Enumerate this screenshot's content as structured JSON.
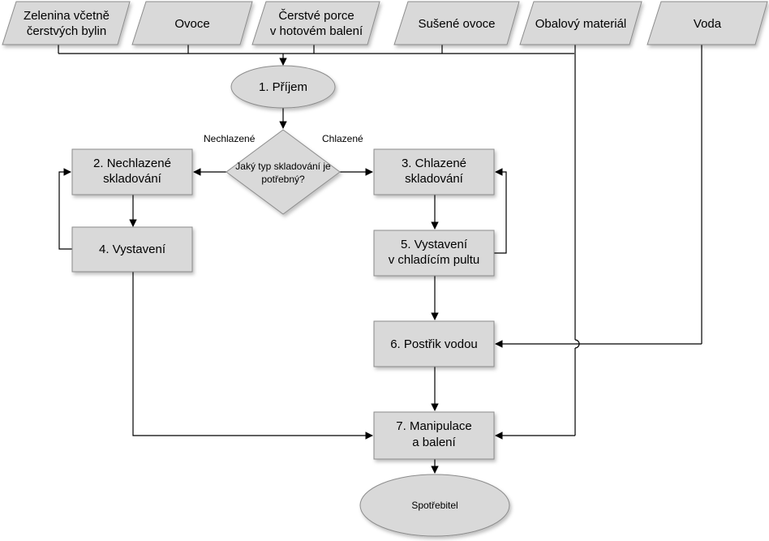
{
  "inputs": [
    {
      "line1": "Zelenina včetně",
      "line2": "čerstvých bylin"
    },
    {
      "line1": "Ovoce",
      "line2": ""
    },
    {
      "line1": "Čerstvé porce",
      "line2": "v hotovém balení"
    },
    {
      "line1": "Sušené ovoce",
      "line2": ""
    },
    {
      "line1": "Obalový materiál",
      "line2": ""
    },
    {
      "line1": "Voda",
      "line2": ""
    }
  ],
  "steps": {
    "receipt": "1. Příjem",
    "decision": {
      "line1": "Jaký typ skladování je",
      "line2": "potřebný?"
    },
    "branch_left": "Nechlazené",
    "branch_right": "Chlazené",
    "unchilled_storage": {
      "line1": "2. Nechlazené",
      "line2": "skladování"
    },
    "chilled_storage": {
      "line1": "3. Chlazené",
      "line2": "skladování"
    },
    "display": "4. Vystavení",
    "chilled_display": {
      "line1": "5. Vystavení",
      "line2": "v chladícím pultu"
    },
    "water_spray": "6. Postřik vodou",
    "handling": {
      "line1": "7. Manipulace",
      "line2": "a balení"
    },
    "consumer": "Spotřebitel"
  },
  "colors": {
    "shape_fill": "#d9d9d9",
    "shape_stroke": "#8c8c8c",
    "line": "#000000"
  }
}
